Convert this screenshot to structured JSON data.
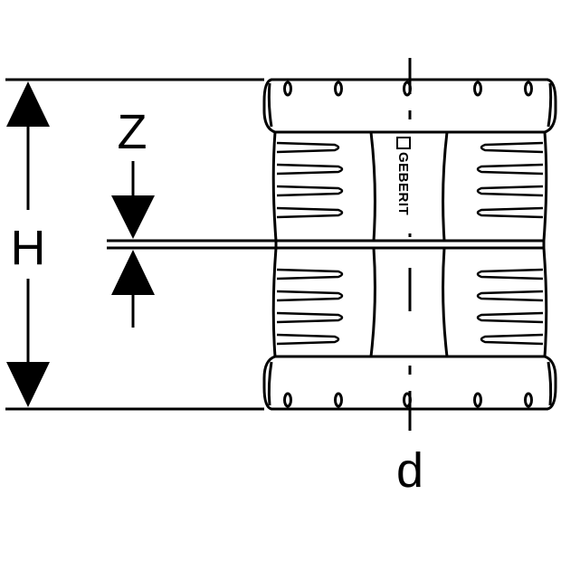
{
  "labels": {
    "height": "H",
    "gap": "Z",
    "diameter": "d",
    "brand": "GEBERIT"
  },
  "colors": {
    "line": "#000000",
    "background": "#ffffff"
  }
}
